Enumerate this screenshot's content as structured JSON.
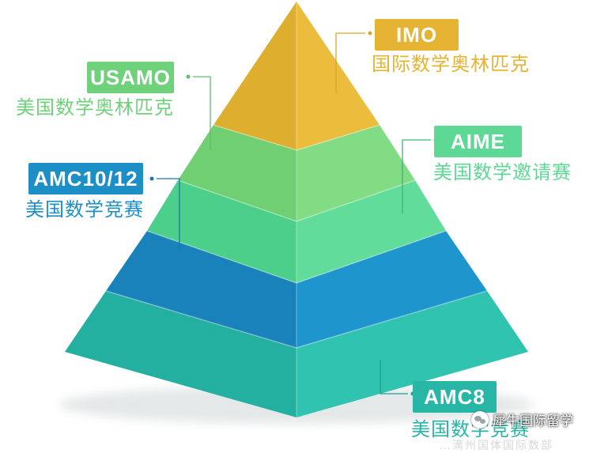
{
  "colors": {
    "imo": "#e6b332",
    "usamo": "#6fd27a",
    "aime": "#5ed895",
    "amc1012": "#1c8fc6",
    "amc8": "#28b6a6"
  },
  "levels": [
    {
      "id": "imo",
      "name": "IMO",
      "desc": "国际数学奥林匹克"
    },
    {
      "id": "usamo",
      "name": "USAMO",
      "desc": "美国数学奥林匹克"
    },
    {
      "id": "aime",
      "name": "AIME",
      "desc": "美国数学邀请赛"
    },
    {
      "id": "amc1012",
      "name": "AMC10/12",
      "desc": "美国数学竞赛"
    },
    {
      "id": "amc8",
      "name": "AMC8",
      "desc": "美国数学竞赛"
    }
  ],
  "watermark": {
    "icon": "wechat-icon",
    "text": "犀牛国际留学",
    "garbled": "…滴州国体国际数部"
  }
}
